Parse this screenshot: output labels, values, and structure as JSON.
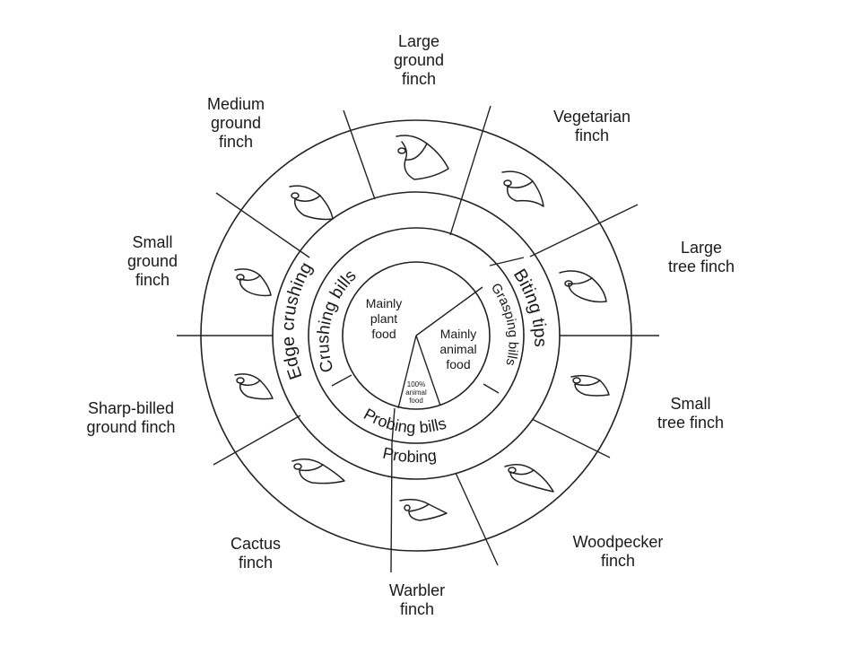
{
  "diagram": {
    "finches": [
      {
        "key": "large-ground",
        "label": "Large\nground\nfinch"
      },
      {
        "key": "vegetarian",
        "label": "Vegetarian\nfinch"
      },
      {
        "key": "large-tree",
        "label": "Large\ntree finch"
      },
      {
        "key": "small-tree",
        "label": "Small\ntree finch"
      },
      {
        "key": "woodpecker",
        "label": "Woodpecker\nfinch"
      },
      {
        "key": "warbler",
        "label": "Warbler\nfinch"
      },
      {
        "key": "cactus",
        "label": "Cactus\nfinch"
      },
      {
        "key": "sharp-billed-ground",
        "label": "Sharp-billed\nground finch"
      },
      {
        "key": "small-ground",
        "label": "Small\nground\nfinch"
      },
      {
        "key": "medium-ground",
        "label": "Medium\nground\nfinch"
      }
    ],
    "bill_categories": {
      "edge_crushing": "Edge crushing",
      "crushing_bills": "Crushing bills",
      "biting_tips": "Biting tips",
      "grasping_bills": "Grasping bills",
      "probing_bills": "Probing bills",
      "probing": "Probing"
    },
    "diet": {
      "plant": "Mainly\nplant\nfood",
      "animal": "Mainly\nanimal\nfood",
      "full_animal": "100%\nanimal\nfood"
    }
  }
}
